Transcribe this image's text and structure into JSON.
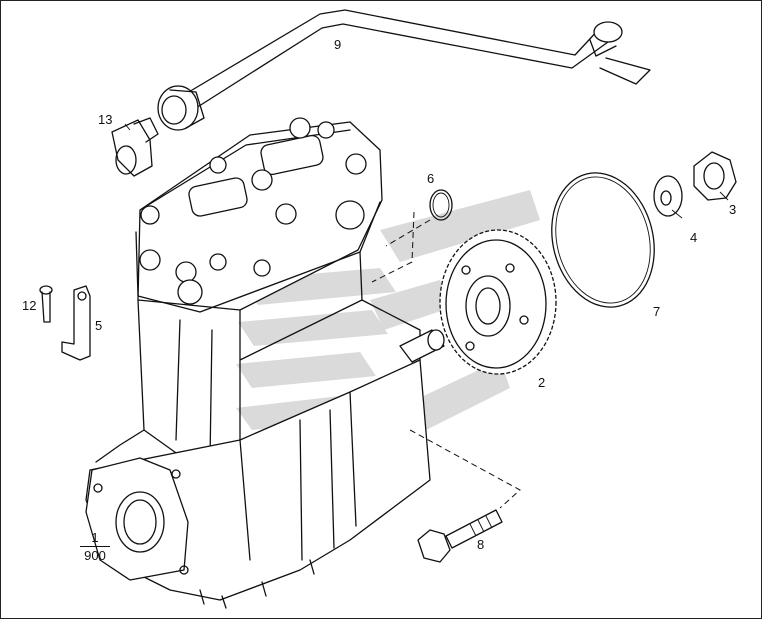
{
  "diagram": {
    "callouts": [
      {
        "id": "c9",
        "text": "9"
      },
      {
        "id": "c13",
        "text": "13"
      },
      {
        "id": "c6",
        "text": "6"
      },
      {
        "id": "c3",
        "text": "3"
      },
      {
        "id": "c4",
        "text": "4"
      },
      {
        "id": "c7",
        "text": "7"
      },
      {
        "id": "c12",
        "text": "12"
      },
      {
        "id": "c5",
        "text": "5"
      },
      {
        "id": "c2",
        "text": "2"
      },
      {
        "id": "c8",
        "text": "8"
      }
    ],
    "reference": {
      "numerator": "1",
      "denominator": "900"
    }
  }
}
